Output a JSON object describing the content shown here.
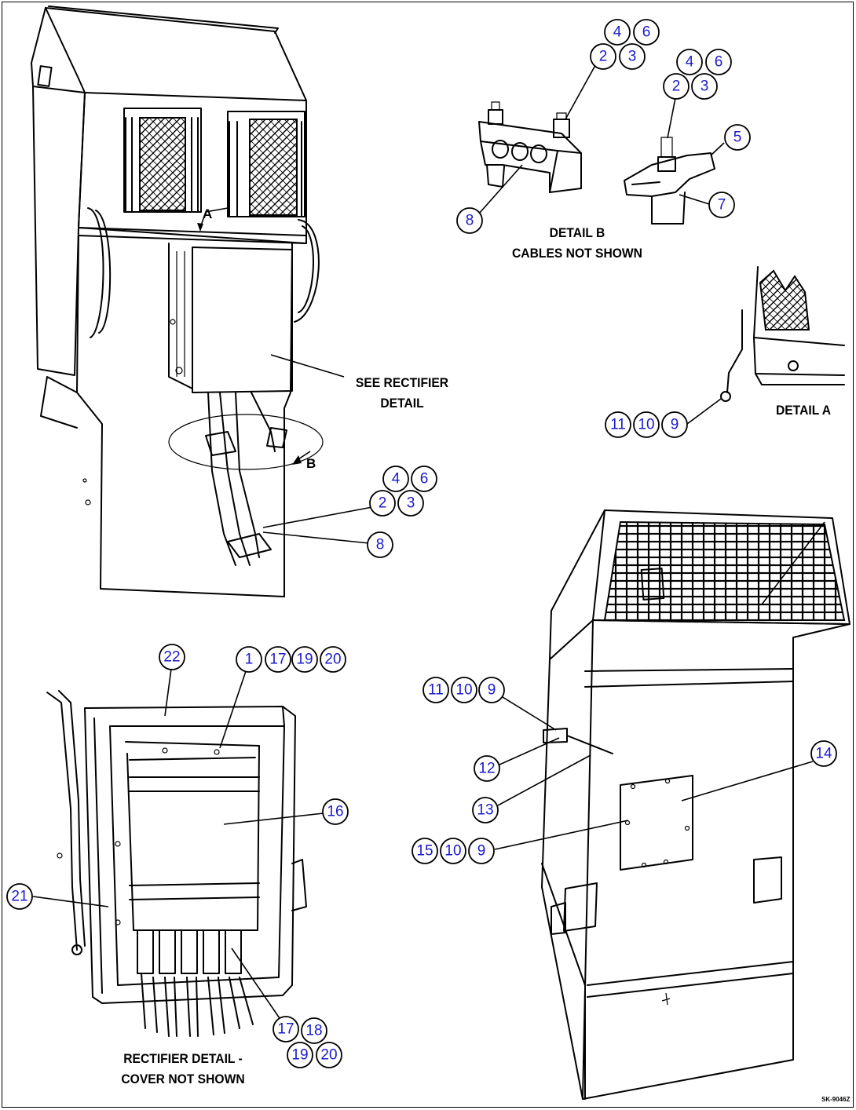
{
  "labels": {
    "detail_b_title": "DETAIL B",
    "detail_b_sub": "CABLES NOT SHOWN",
    "see_rectifier_1": "SEE RECTIFIER",
    "see_rectifier_2": "DETAIL",
    "detail_a_title": "DETAIL A",
    "rect_detail_1": "RECTIFIER DETAIL -",
    "rect_detail_2": "COVER NOT SHOWN",
    "arrow_a": "A",
    "arrow_b": "B",
    "drawing_number": "SK-9046Z"
  },
  "callouts": {
    "tl_4": "4",
    "tl_6": "6",
    "tl_2": "2",
    "tl_3": "3",
    "tl_8": "8",
    "b1_4": "4",
    "b1_6": "6",
    "b1_2": "2",
    "b1_3": "3",
    "b1_8": "8",
    "b2_4": "4",
    "b2_6": "6",
    "b2_2": "2",
    "b2_3": "3",
    "b2_5": "5",
    "b2_7": "7",
    "a_11": "11",
    "a_10": "10",
    "a_9": "9",
    "r_22": "22",
    "r_1": "1",
    "r_17a": "17",
    "r_19a": "19",
    "r_20a": "20",
    "r_16": "16",
    "r_21": "21",
    "r_17b": "17",
    "r_18": "18",
    "r_19b": "19",
    "r_20b": "20",
    "e_11": "11",
    "e_10": "10",
    "e_9": "9",
    "e_12": "12",
    "e_13": "13",
    "e_14": "14",
    "e_15": "15",
    "e_10b": "10",
    "e_9b": "9"
  }
}
